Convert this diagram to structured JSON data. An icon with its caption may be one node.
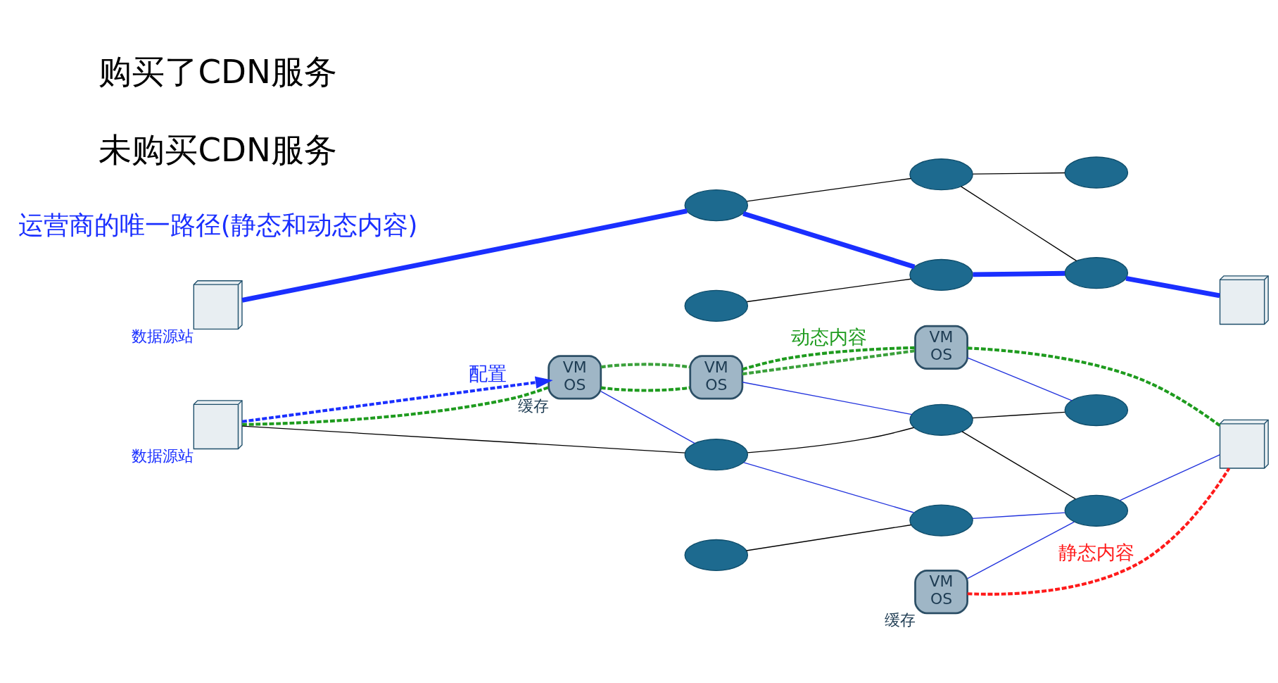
{
  "diagram": {
    "nodes": [
      {
        "text": [],
        "shape": "picture",
        "beside": [
          "数据源站"
        ]
      },
      {
        "text": [],
        "shape": "cylinder"
      },
      {
        "text": [],
        "shape": "cylinder"
      },
      {
        "text": [],
        "shape": "cylinder"
      },
      {
        "text": [],
        "shape": "cylinder"
      },
      {
        "text": [],
        "shape": "cylinder"
      },
      {
        "text": [],
        "shape": "cylinder"
      },
      {
        "text": [],
        "shape": "picture"
      },
      {
        "text": [],
        "shape": "picture",
        "beside": [
          "数据源站"
        ]
      },
      {
        "text": [
          "VM",
          "OS"
        ],
        "beside": [
          "缓存"
        ]
      },
      {
        "text": [
          "VM",
          "OS"
        ]
      },
      {
        "text": [
          "VM",
          "OS"
        ]
      },
      {
        "text": [],
        "shape": "cylinder"
      },
      {
        "text": [],
        "shape": "cylinder"
      },
      {
        "text": [],
        "shape": "cylinder"
      },
      {
        "text": [
          "VM",
          "OS"
        ],
        "beside": [
          "缓存"
        ]
      },
      {
        "text": [],
        "shape": "cylinder"
      },
      {
        "text": [],
        "shape": "cylinder"
      },
      {
        "text": [],
        "shape": "cylinder"
      },
      {
        "text": [],
        "shape": "picture"
      }
    ],
    "edges": [
      {
        "from": 0,
        "to": 1,
        "arrow": "none",
        "style": "thick",
        "color": "#1a2fff"
      },
      {
        "from": 1,
        "to": 2,
        "arrow": "none"
      },
      {
        "from": 2,
        "to": 3,
        "arrow": "none"
      },
      {
        "from": 1,
        "to": 5,
        "arrow": "none",
        "style": "thick",
        "color": "#1a2fff"
      },
      {
        "from": 2,
        "to": 6,
        "arrow": "none"
      },
      {
        "from": 4,
        "to": 5,
        "arrow": "none"
      },
      {
        "from": 5,
        "to": 6,
        "arrow": "none",
        "style": "thick",
        "color": "#1a2fff"
      },
      {
        "from": 6,
        "to": 7,
        "arrow": "none",
        "style": "thick",
        "color": "#1a2fff"
      },
      {
        "from": 8,
        "to": 9,
        "arrow": "to",
        "label": "配置",
        "style": "dashed",
        "color": "#1a2fff"
      },
      {
        "from": 8,
        "to": 9,
        "arrow": "none",
        "style": "dashed",
        "color": "#1e9b1e"
      },
      {
        "from": 9,
        "to": 10,
        "arrow": "none",
        "style": "dashed",
        "color": "#1e9b1e"
      },
      {
        "from": 10,
        "to": 11,
        "arrow": "none",
        "label": "动态内容",
        "style": "dashed",
        "color": "#1e9b1e"
      },
      {
        "from": 11,
        "to": 19,
        "arrow": "none",
        "style": "dashed",
        "color": "#1e9b1e"
      },
      {
        "from": 9,
        "to": 10,
        "arrow": "none",
        "style": "dashed",
        "color": "#3aa03a"
      },
      {
        "from": 10,
        "to": 11,
        "arrow": "none",
        "style": "dashed",
        "color": "#3aa03a"
      },
      {
        "from": 15,
        "to": 19,
        "arrow": "none",
        "label": "静态内容",
        "style": "dashed",
        "color": "#ff1a1a"
      },
      {
        "from": 8,
        "to": 12,
        "arrow": "none"
      },
      {
        "from": 12,
        "to": 13,
        "arrow": "none"
      },
      {
        "from": 13,
        "to": 14,
        "arrow": "none"
      },
      {
        "from": 13,
        "to": 18,
        "arrow": "none"
      },
      {
        "from": 12,
        "to": 17,
        "arrow": "none",
        "color": "#2233dd"
      },
      {
        "from": 16,
        "to": 17,
        "arrow": "none"
      },
      {
        "from": 17,
        "to": 18,
        "arrow": "none",
        "color": "#2233dd"
      },
      {
        "from": 18,
        "to": 19,
        "arrow": "none",
        "color": "#2233dd"
      },
      {
        "from": 9,
        "to": 12,
        "arrow": "none",
        "color": "#2233dd"
      },
      {
        "from": 10,
        "to": 13,
        "arrow": "none",
        "color": "#2233dd"
      },
      {
        "from": 11,
        "to": 14,
        "arrow": "none",
        "color": "#2233dd"
      },
      {
        "from": 15,
        "to": 18,
        "arrow": "none",
        "color": "#2233dd"
      }
    ],
    "labels": [
      "运营商的唯一路径(静态和动态内容)",
      "未购买CDN服务",
      "购买了CDN服务"
    ]
  }
}
